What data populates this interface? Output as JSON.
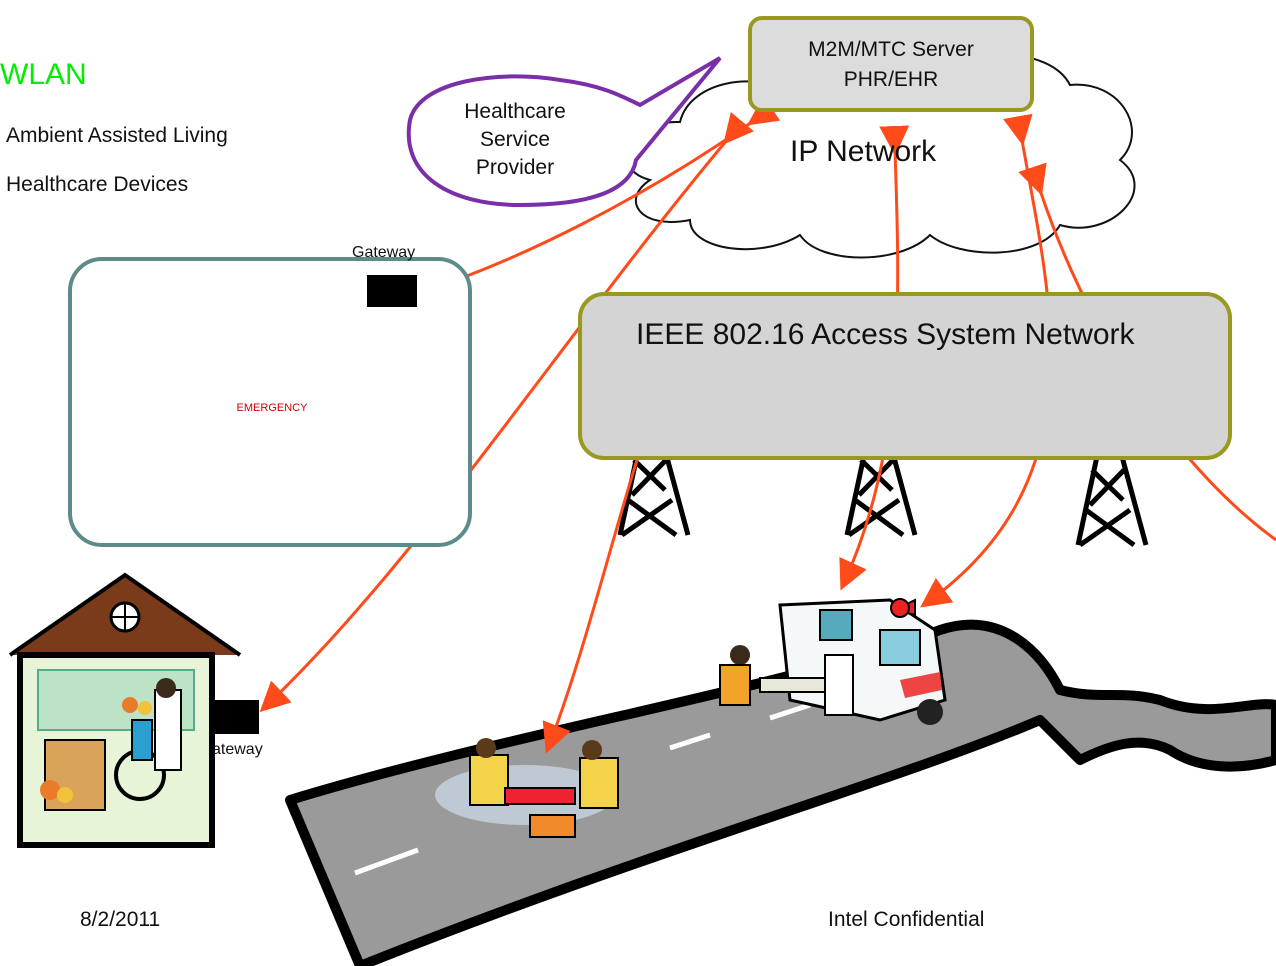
{
  "wlan_title": "WLAN",
  "bullets": [
    "Ambient Assisted Living",
    "Healthcare Devices"
  ],
  "server": {
    "line1": "M2M/MTC Server",
    "line2": "PHR/EHR"
  },
  "cloud_label": "IP Network",
  "speech_bubble": {
    "line1": "Healthcare",
    "line2": "Service",
    "line3": "Provider"
  },
  "access_network_label": "IEEE 802.16 Access System Network",
  "gateway_label": "Gateway",
  "home_gateway_label": "ateway",
  "hospital_scene_labels": {
    "emergency_sign": "EMERGENCY"
  },
  "footer": {
    "date": "8/2/2011",
    "confidential": "Intel Confidential"
  },
  "colors": {
    "wlan": "#00ee00",
    "arrows": "#ff4a1a",
    "box_border": "#999922",
    "bubble_border": "#7a2fa8",
    "hospital_border": "#5f8a8a"
  }
}
